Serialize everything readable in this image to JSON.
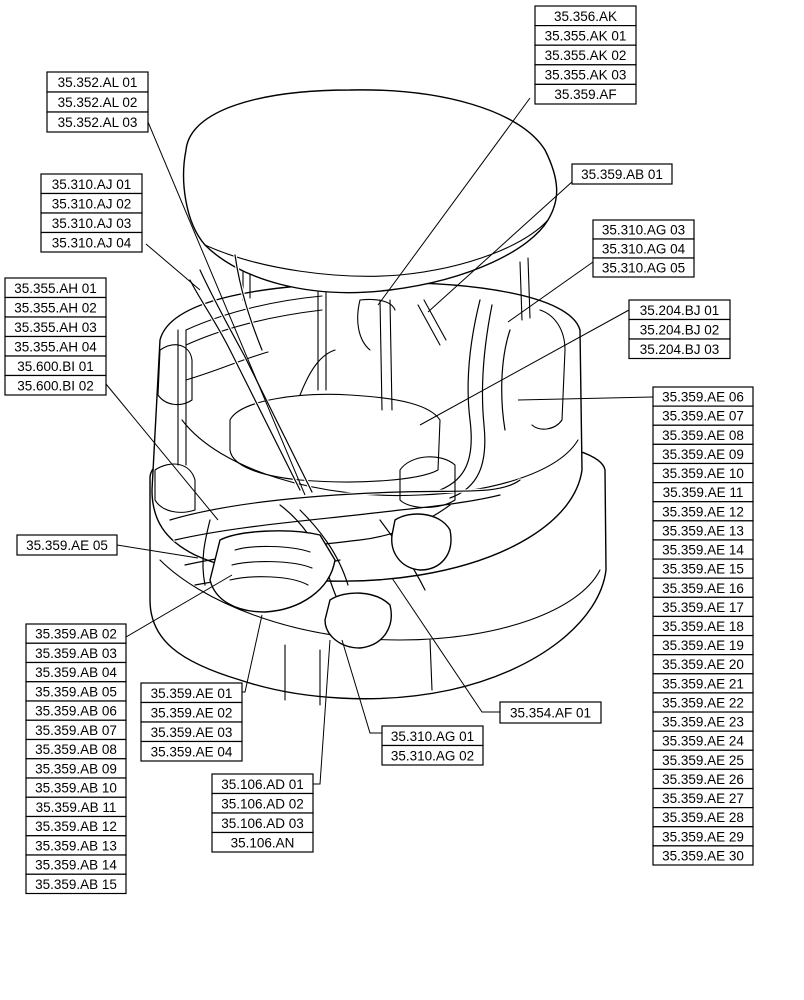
{
  "callouts": [
    {
      "id": "cab-top",
      "labels": [
        "35.356.AK",
        "35.355.AK 01",
        "35.355.AK 02",
        "35.355.AK 03",
        "35.359.AF"
      ]
    },
    {
      "id": "al",
      "labels": [
        "35.352.AL 01",
        "35.352.AL 02",
        "35.352.AL 03"
      ]
    },
    {
      "id": "ab01",
      "labels": [
        "35.359.AB 01"
      ]
    },
    {
      "id": "aj",
      "labels": [
        "35.310.AJ 01",
        "35.310.AJ 02",
        "35.310.AJ 03",
        "35.310.AJ 04"
      ]
    },
    {
      "id": "ag-top",
      "labels": [
        "35.310.AG 03",
        "35.310.AG 04",
        "35.310.AG 05"
      ]
    },
    {
      "id": "ah",
      "labels": [
        "35.355.AH 01",
        "35.355.AH 02",
        "35.355.AH 03",
        "35.355.AH 04",
        "35.600.BI 01",
        "35.600.BI 02"
      ]
    },
    {
      "id": "bj",
      "labels": [
        "35.204.BJ 01",
        "35.204.BJ 02",
        "35.204.BJ 03"
      ]
    },
    {
      "id": "ae-right",
      "labels": [
        "35.359.AE 06",
        "35.359.AE 07",
        "35.359.AE 08",
        "35.359.AE 09",
        "35.359.AE 10",
        "35.359.AE 11",
        "35.359.AE 12",
        "35.359.AE 13",
        "35.359.AE 14",
        "35.359.AE 15",
        "35.359.AE 16",
        "35.359.AE 17",
        "35.359.AE 18",
        "35.359.AE 19",
        "35.359.AE 20",
        "35.359.AE 21",
        "35.359.AE 22",
        "35.359.AE 23",
        "35.359.AE 24",
        "35.359.AE 25",
        "35.359.AE 26",
        "35.359.AE 27",
        "35.359.AE 28",
        "35.359.AE 29",
        "35.359.AE 30"
      ]
    },
    {
      "id": "ae05",
      "labels": [
        "35.359.AE 05"
      ]
    },
    {
      "id": "ab-left",
      "labels": [
        "35.359.AB 02",
        "35.359.AB 03",
        "35.359.AB 04",
        "35.359.AB 05",
        "35.359.AB 06",
        "35.359.AB 07",
        "35.359.AB 08",
        "35.359.AB 09",
        "35.359.AB 10",
        "35.359.AB 11",
        "35.359.AB 12",
        "35.359.AB 13",
        "35.359.AB 14",
        "35.359.AB 15"
      ]
    },
    {
      "id": "ae-low",
      "labels": [
        "35.359.AE 01",
        "35.359.AE 02",
        "35.359.AE 03",
        "35.359.AE 04"
      ]
    },
    {
      "id": "af01",
      "labels": [
        "35.354.AF 01"
      ]
    },
    {
      "id": "ag-low",
      "labels": [
        "35.310.AG 01",
        "35.310.AG 02"
      ]
    },
    {
      "id": "ad",
      "labels": [
        "35.106.AD 01",
        "35.106.AD 02",
        "35.106.AD 03",
        "35.106.AN"
      ]
    }
  ]
}
